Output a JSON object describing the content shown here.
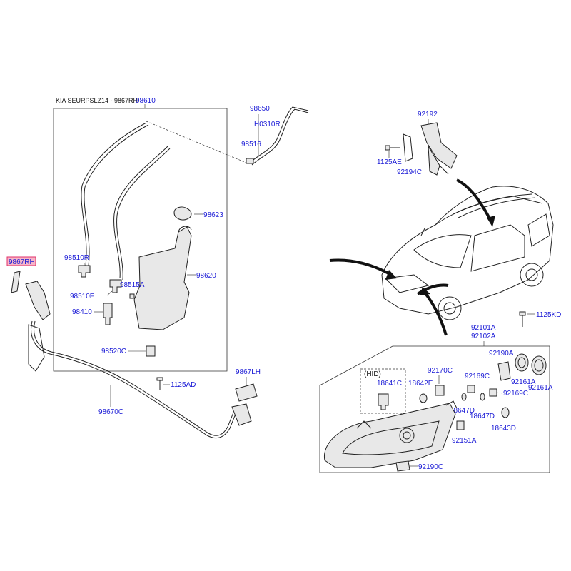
{
  "header": {
    "caption": "KIA SEURPSLZ14 - 9867RH"
  },
  "labels": {
    "p98610": "98610",
    "p98650": "98650",
    "pH0310R": "H0310R",
    "p98516": "98516",
    "p98623": "98623",
    "p98510R": "98510R",
    "p98620": "98620",
    "p98515A": "98515A",
    "p98510F": "98510F",
    "p98410": "98410",
    "p98520C": "98520C",
    "p1125AD": "1125AD",
    "p9867LH": "9867LH",
    "p98670C": "98670C",
    "p9867RH": "9867RH",
    "p92192": "92192",
    "p1125AE": "1125AE",
    "p92194C": "92194C",
    "p1125KD": "1125KD",
    "p92101A": "92101A",
    "p92102A": "92102A",
    "p92190A": "92190A",
    "p92161A_1": "92161A",
    "p92161A_2": "92161A",
    "hid": "(HID)",
    "p18641C": "18641C",
    "p18642E": "18642E",
    "p92170C": "92170C",
    "p92169C_1": "92169C",
    "p92169C_2": "92169C",
    "p18647D_1": "18647D",
    "p18647D_2": "18647D",
    "p18643D": "18643D",
    "p92151A": "92151A",
    "p92190C": "92190C"
  },
  "colors": {
    "label": "#1a1ad6",
    "highlight_fill": "#f7b6c8",
    "highlight_border": "#e0306a",
    "line": "#222222"
  }
}
